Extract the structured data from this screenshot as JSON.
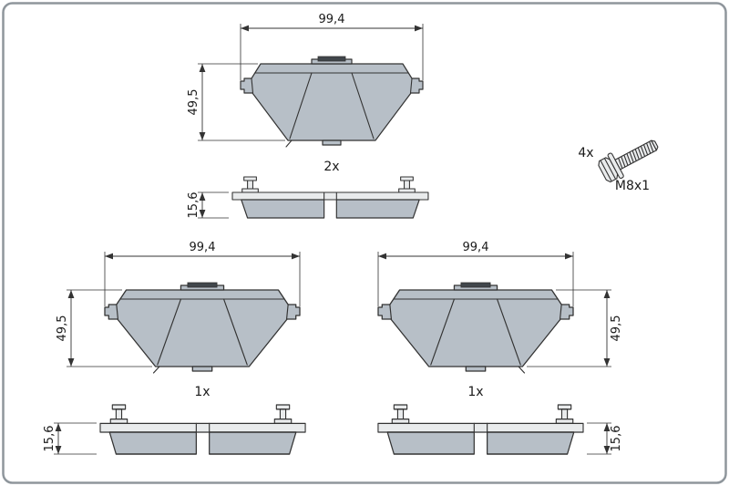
{
  "top_view": {
    "width": "99,4",
    "height": "49,5",
    "qty": "2x",
    "thickness": "15,6"
  },
  "bolt": {
    "qty": "4x",
    "thread": "M8x1"
  },
  "bottom_left_view": {
    "width": "99,4",
    "height": "49,5",
    "qty": "1x",
    "thickness": "15,6"
  },
  "bottom_right_view": {
    "width": "99,4",
    "height": "49,5",
    "qty": "1x",
    "thickness": "15,6"
  },
  "colors": {
    "pad_fill": "#b7bfc7",
    "plate_fill": "#e9ebec",
    "dark_fill": "#41464b",
    "line": "#333333"
  }
}
